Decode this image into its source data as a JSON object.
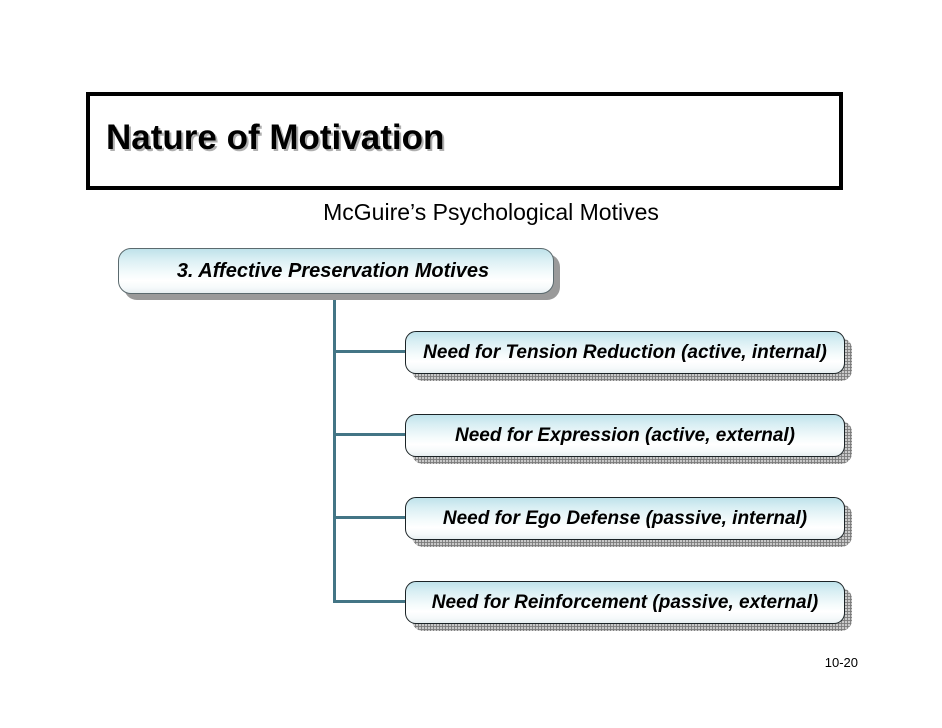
{
  "slide": {
    "title": "Nature of Motivation",
    "subtitle": "McGuire’s Psychological Motives",
    "page_number": "10-20",
    "colors": {
      "connector": "#437585",
      "box_gradient_top": "#bfe2ea",
      "box_gradient_bottom": "#e7eff1",
      "box_border": "#1b2326",
      "title_border": "#000000",
      "header_shadow": "#9a9a9a",
      "leaf_shadow": "#c9c9c9"
    }
  },
  "category": {
    "label": "3. Affective Preservation Motives"
  },
  "motives": [
    {
      "label": "Need for Tension Reduction (active, internal)"
    },
    {
      "label": "Need for Expression (active, external)"
    },
    {
      "label": "Need for Ego Defense (passive, internal)"
    },
    {
      "label": "Need for Reinforcement (passive, external)"
    }
  ]
}
